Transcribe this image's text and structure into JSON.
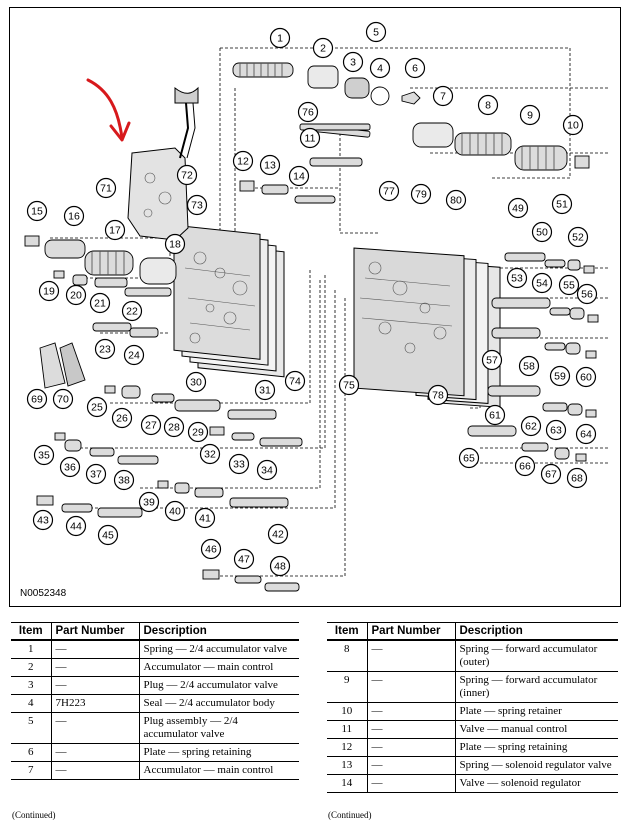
{
  "figure_id": "N0052348",
  "callouts": [
    "1",
    "2",
    "3",
    "4",
    "5",
    "6",
    "7",
    "8",
    "9",
    "10",
    "11",
    "12",
    "13",
    "14",
    "15",
    "16",
    "17",
    "18",
    "19",
    "20",
    "21",
    "22",
    "23",
    "24",
    "25",
    "26",
    "27",
    "28",
    "29",
    "30",
    "31",
    "32",
    "33",
    "34",
    "35",
    "36",
    "37",
    "38",
    "39",
    "40",
    "41",
    "42",
    "43",
    "44",
    "45",
    "46",
    "47",
    "48",
    "49",
    "50",
    "51",
    "52",
    "53",
    "54",
    "55",
    "56",
    "57",
    "58",
    "59",
    "60",
    "61",
    "62",
    "63",
    "64",
    "65",
    "66",
    "67",
    "68",
    "69",
    "70",
    "71",
    "72",
    "73",
    "74",
    "75",
    "76",
    "77",
    "78",
    "79",
    "80"
  ],
  "table_headers": {
    "item": "Item",
    "part_number": "Part Number",
    "description": "Description"
  },
  "left_table": [
    {
      "item": "1",
      "part_number": "—",
      "description": "Spring — 2/4 accumulator valve"
    },
    {
      "item": "2",
      "part_number": "—",
      "description": "Accumulator — main control"
    },
    {
      "item": "3",
      "part_number": "—",
      "description": "Plug — 2/4 accumulator valve"
    },
    {
      "item": "4",
      "part_number": "7H223",
      "description": "Seal — 2/4 accumulator body"
    },
    {
      "item": "5",
      "part_number": "—",
      "description": "Plug assembly — 2/4 accumulator valve"
    },
    {
      "item": "6",
      "part_number": "—",
      "description": "Plate — spring retaining"
    },
    {
      "item": "7",
      "part_number": "—",
      "description": "Accumulator — main control"
    }
  ],
  "right_table": [
    {
      "item": "8",
      "part_number": "—",
      "description": "Spring — forward accumulator (outer)"
    },
    {
      "item": "9",
      "part_number": "—",
      "description": "Spring — forward accumulator (inner)"
    },
    {
      "item": "10",
      "part_number": "—",
      "description": "Plate — spring retainer"
    },
    {
      "item": "11",
      "part_number": "—",
      "description": "Valve — manual control"
    },
    {
      "item": "12",
      "part_number": "—",
      "description": "Plate — spring retaining"
    },
    {
      "item": "13",
      "part_number": "—",
      "description": "Spring — solenoid regulator valve"
    },
    {
      "item": "14",
      "part_number": "—",
      "description": "Valve — solenoid regulator"
    }
  ],
  "continued_label": "(Continued)",
  "colors": {
    "annotation_arrow": "#d7191c",
    "line": "#000000"
  }
}
